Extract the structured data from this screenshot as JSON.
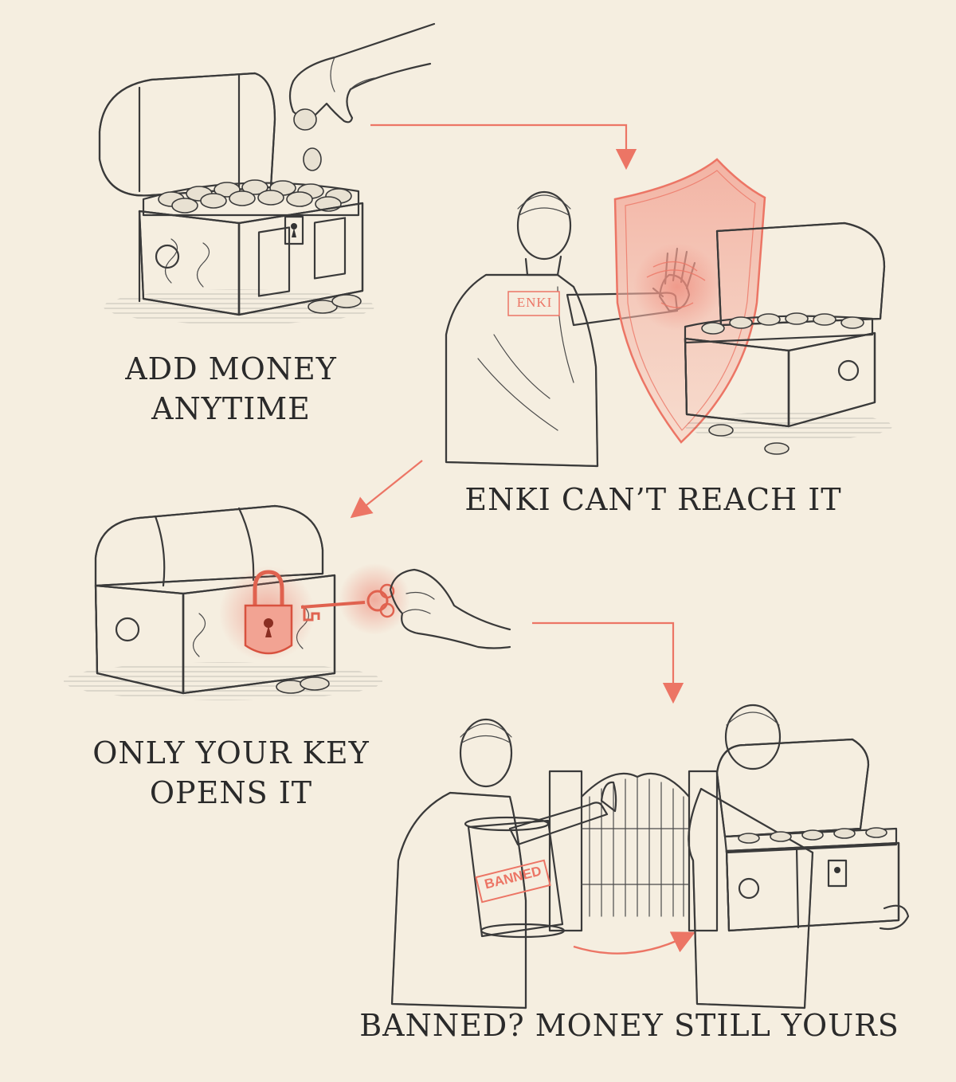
{
  "steps": [
    {
      "caption_line1": "ADD MONEY",
      "caption_line2": "ANYTIME"
    },
    {
      "caption_line1": "ENKI CAN’T REACH IT"
    },
    {
      "caption_line1": "ONLY YOUR KEY",
      "caption_line2": "OPENS IT"
    },
    {
      "caption_line1": "BANNED? MONEY STILL YOURS"
    }
  ],
  "labels": {
    "tunic": "ENKI",
    "scroll": "BANNED"
  },
  "colors": {
    "accent": "#ec7565",
    "ink": "#3a3a3a",
    "background": "#f5eee0"
  }
}
